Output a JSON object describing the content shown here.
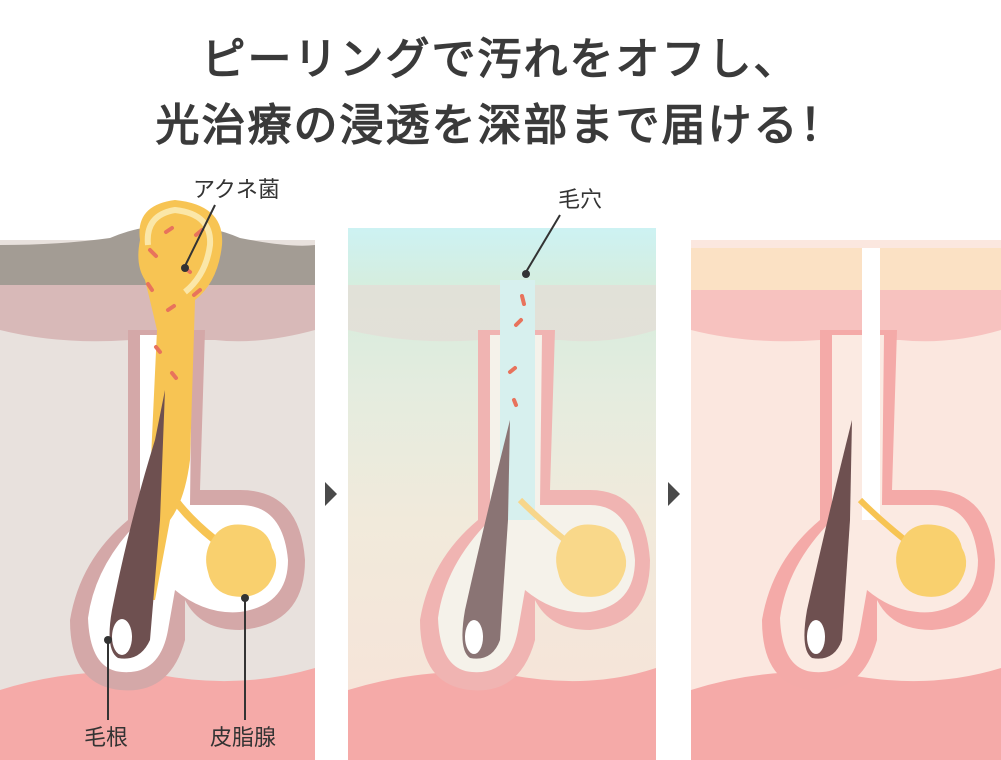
{
  "headline": {
    "line1": "ピーリングで汚れをオフし、",
    "line2": "光治療の浸透を深部まで届ける！"
  },
  "labels": {
    "acne_bacteria": "アクネ菌",
    "pore": "毛穴",
    "hair_root": "毛根",
    "sebaceous_gland": "皮脂腺"
  },
  "panels": [
    {
      "state": "clogged pore with acne bacteria"
    },
    {
      "state": "peeling opens pore"
    },
    {
      "state": "clean pore"
    }
  ],
  "colors": {
    "text": "#3a3a3a",
    "dead_skin": "#a39c94",
    "sebum": "#f7c453",
    "bacteria": "#e8735c",
    "hair": "#6e5050",
    "dermis": "#f5aaa8",
    "peeling_gradient_top": "#cdf2f3"
  },
  "icons": [
    "arrow-right-icon",
    "arrow-right-icon"
  ]
}
